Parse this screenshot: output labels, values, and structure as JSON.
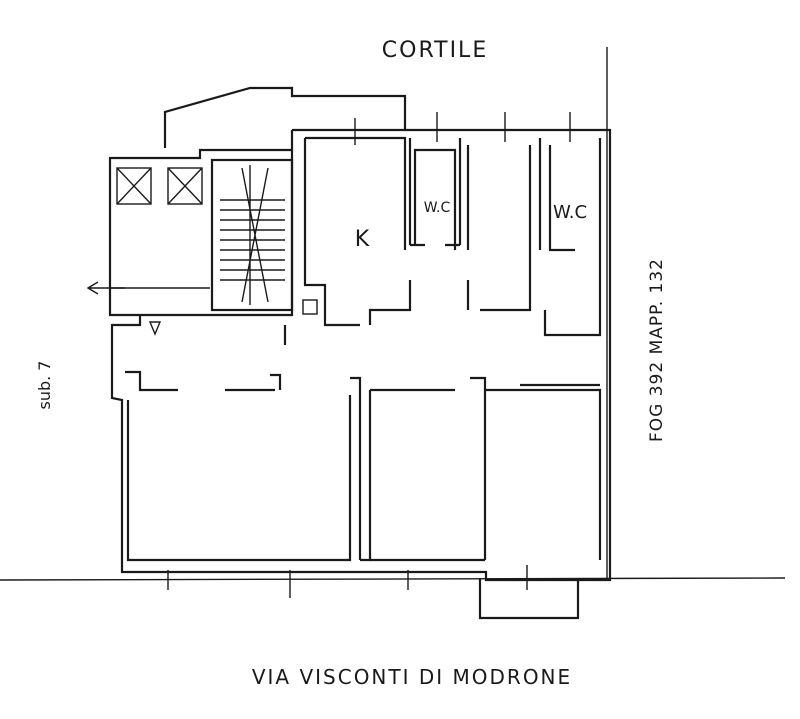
{
  "labels": {
    "courtyard": "CORTILE",
    "street": "VIA VISCONTI DI MODRONE",
    "kitchen": "K",
    "wc_left": "W.C",
    "wc_right": "W.C",
    "sub": "sub. 7",
    "cadastral": "FOG 392 MAPP. 132"
  }
}
